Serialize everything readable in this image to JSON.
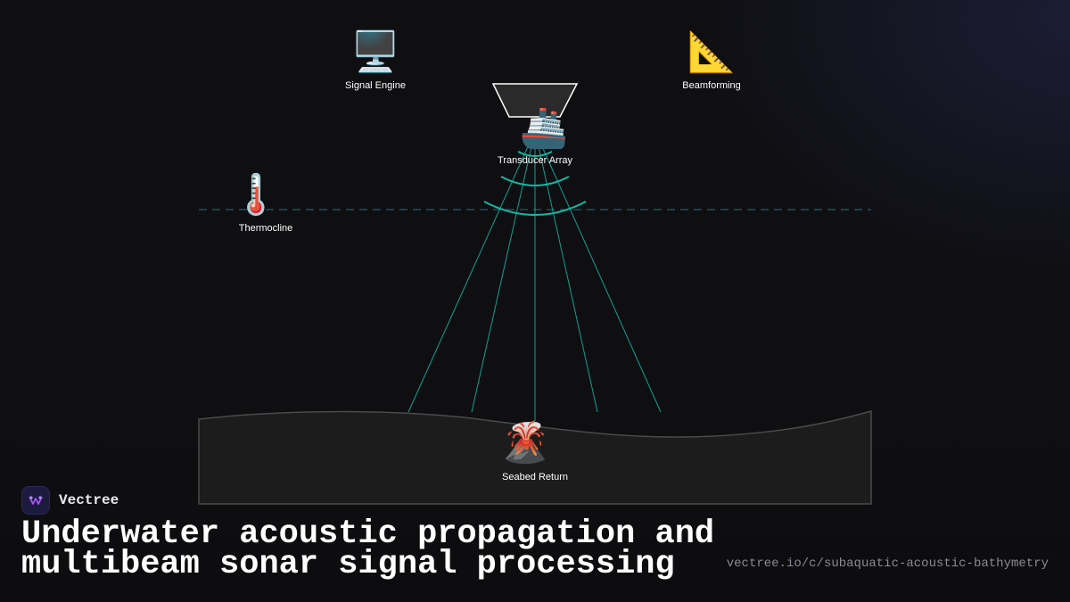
{
  "diagram": {
    "nodes": {
      "signal_engine": {
        "icon": "🖥️",
        "icon_name": "desktop-computer-icon",
        "label": "Signal Engine"
      },
      "beamforming": {
        "icon": "📐",
        "icon_name": "triangular-ruler-icon",
        "label": "Beamforming"
      },
      "transducer_array": {
        "icon": "🚢",
        "icon_name": "ship-icon",
        "label": "Transducer Array"
      },
      "thermocline": {
        "icon": "🌡️",
        "icon_name": "thermometer-icon",
        "label": "Thermocline"
      },
      "seabed_return": {
        "icon": "🌋",
        "icon_name": "volcano-icon",
        "label": "Seabed Return"
      }
    },
    "colors": {
      "beam": "#14b8a6",
      "thermocline_line": "#1f5f6a",
      "seabed_fill": "#1c1c1c",
      "seabed_stroke": "#4a4a4a",
      "vessel_fill": "#2a2a2a",
      "vessel_stroke": "#ffffff"
    }
  },
  "brand": {
    "name": "Vectree",
    "logo_color": "#a855f7"
  },
  "title": "Underwater acoustic propagation and multibeam sonar signal processing",
  "url": "vectree.io/c/subaquatic-acoustic-bathymetry"
}
